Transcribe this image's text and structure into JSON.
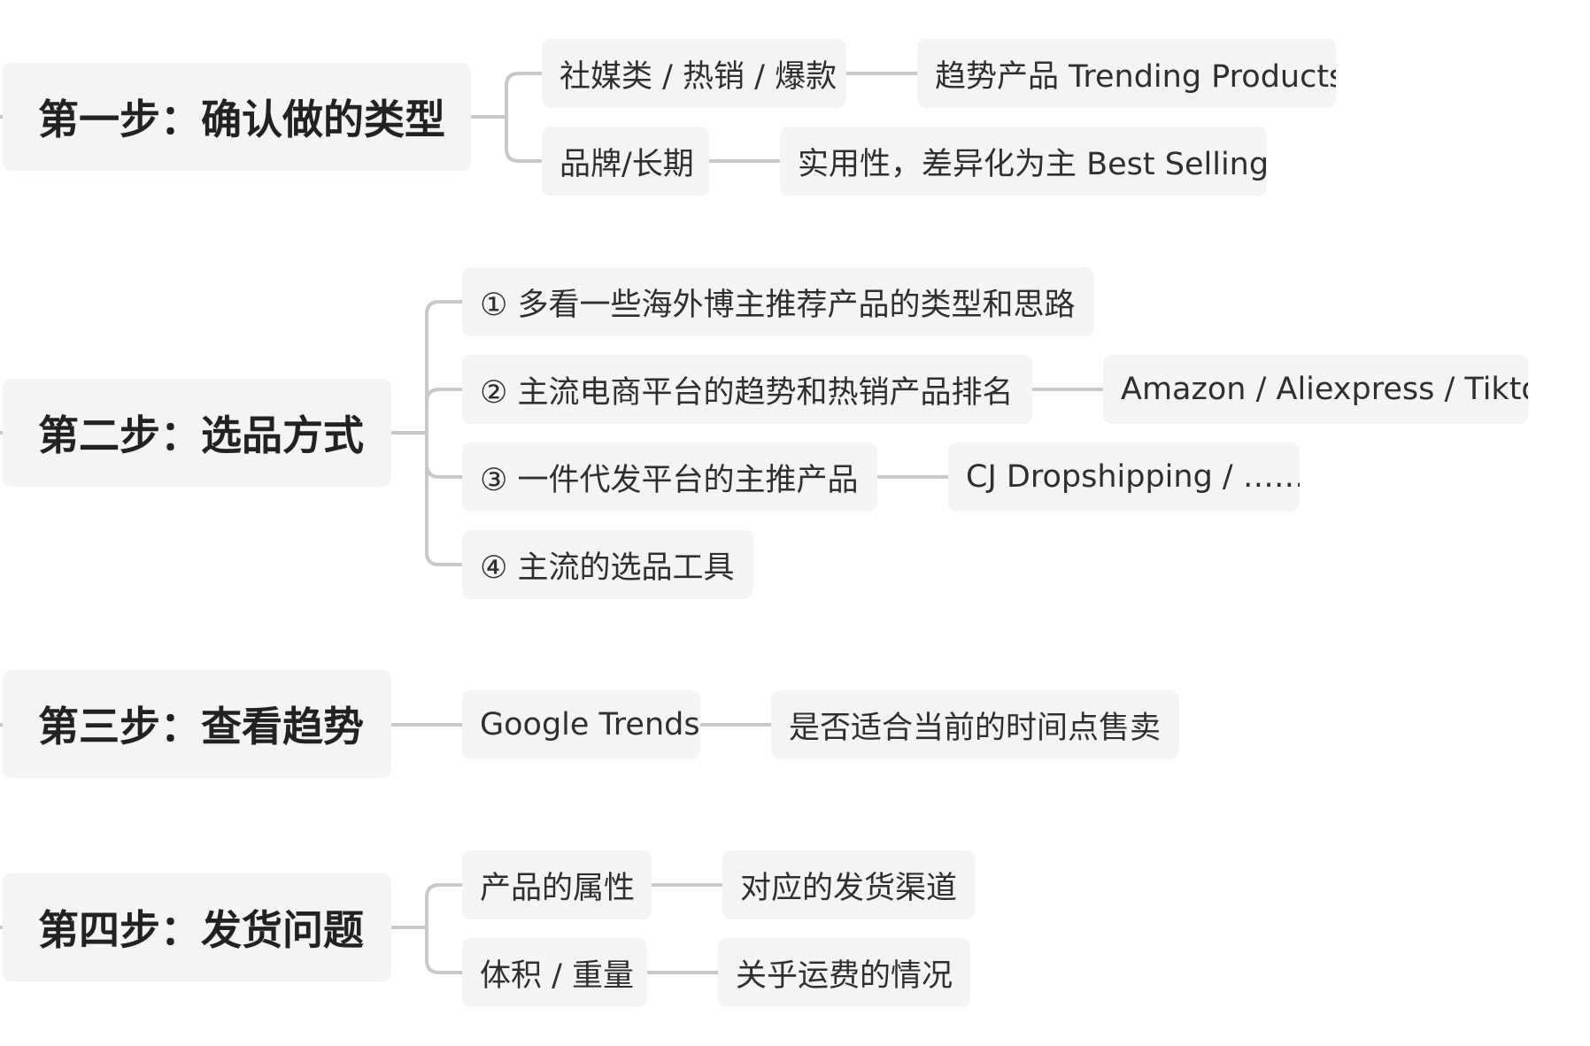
{
  "steps": [
    {
      "label": "第一步：确认做的类型",
      "children": [
        {
          "label": "社媒类 / 热销 / 爆款",
          "child": "趋势产品 Trending Products"
        },
        {
          "label": "品牌/长期",
          "child": "实用性，差异化为主 Best Selling"
        }
      ]
    },
    {
      "label": "第二步：选品方式",
      "children": [
        {
          "label": "① 多看一些海外博主推荐产品的类型和思路",
          "child": ""
        },
        {
          "label": "② 主流电商平台的趋势和热销产品排名",
          "child": "Amazon / Aliexpress / Tiktok"
        },
        {
          "label": "③ 一件代发平台的主推产品",
          "child": "CJ Dropshipping / ……"
        },
        {
          "label": "④ 主流的选品工具",
          "child": ""
        }
      ]
    },
    {
      "label": "第三步：查看趋势",
      "children": [
        {
          "label": "Google Trends",
          "child": "是否适合当前的时间点售卖"
        }
      ]
    },
    {
      "label": "第四步：发货问题",
      "children": [
        {
          "label": "产品的属性",
          "child": "对应的发货渠道"
        },
        {
          "label": "体积 / 重量",
          "child": "关乎运费的情况"
        }
      ]
    }
  ],
  "colors": {
    "node_fill": "#f3f4f6",
    "connector": "#c8c8c8",
    "step_text": "#222222",
    "leaf_text": "#2f2f2f"
  }
}
